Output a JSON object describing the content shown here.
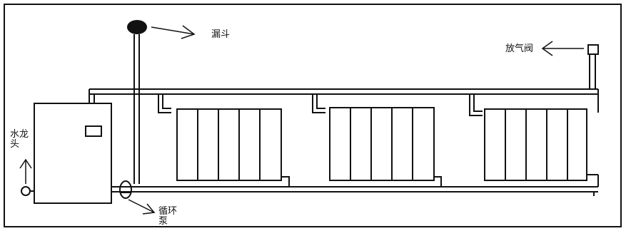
{
  "labels": {
    "funnel": "漏斗",
    "air_valve": "放气阀",
    "faucet": "水龙头",
    "pump": "循环泵"
  },
  "components": {
    "boiler": "boiler",
    "radiators": [
      "radiator-1",
      "radiator-2",
      "radiator-3"
    ],
    "pipes": [
      "supply-pipe",
      "return-pipe",
      "vertical-funnel-pipe",
      "air-valve-pipe"
    ],
    "icons": [
      "funnel-icon",
      "air-valve-icon",
      "faucet-icon",
      "pump-icon"
    ]
  },
  "colors": {
    "line": "#111111",
    "background": "#ffffff"
  }
}
